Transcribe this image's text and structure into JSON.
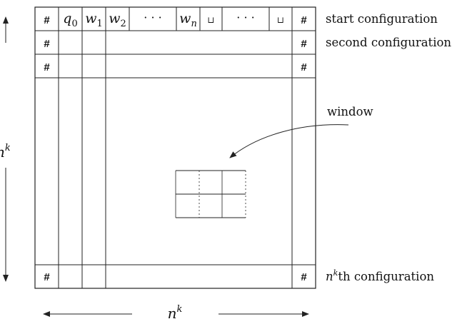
{
  "cells": {
    "hash": "#",
    "q0_base": "q",
    "q0_sub": "0",
    "w1_base": "w",
    "w1_sub": "1",
    "w2_base": "w",
    "w2_sub": "2",
    "wn_base": "w",
    "wn_sub": "n",
    "dots": "· · ·",
    "blank": "⊔"
  },
  "labels": {
    "start": "start configuration",
    "second": "second configuration",
    "window": "window",
    "nth_base": "n",
    "nth_sup": "k",
    "nth_rest": "th configuration"
  },
  "dimensions": {
    "left_base": "n",
    "left_sup": "k",
    "bottom_base": "n",
    "bottom_sup": "k"
  }
}
